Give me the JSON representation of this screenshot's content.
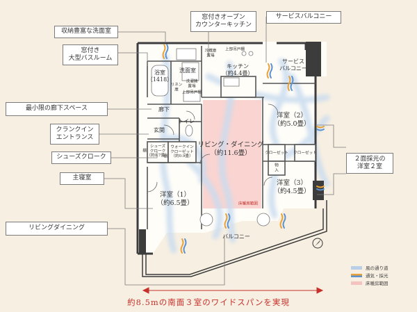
{
  "callouts": {
    "window_kitchen": [
      "窓付きオープン",
      "カウンターキッチン"
    ],
    "service_balcony": "サービスバルコニー",
    "washroom": "収納豊富な洗面室",
    "bathroom": [
      "窓付き",
      "大型バスルーム"
    ],
    "corridor": "最小限の廊下スペース",
    "entrance": [
      "クランクイン",
      "エントランス"
    ],
    "shoes": "シューズクローク",
    "master": "主寝室",
    "living": "リビングダイニング",
    "two_rooms": [
      "２面採光の",
      "洋室２室"
    ]
  },
  "rooms": {
    "kitchen": [
      "キッチン",
      "（約4.4畳）"
    ],
    "service_balcony": [
      "サービス",
      "バルコニー"
    ],
    "bath": [
      "浴室",
      "（1418）"
    ],
    "wash": "洗面室",
    "hall": "廊下",
    "entrance": "玄関",
    "toilet": "トイレ",
    "ldk": [
      "リビング・ダイニング",
      "（約11.6畳）"
    ],
    "room1": [
      "洋室（1）",
      "（約6.5畳）"
    ],
    "room2": [
      "洋室（2）",
      "（約5.0畳）"
    ],
    "room3": [
      "洋室（3）",
      "（約4.5畳）"
    ],
    "balcony": "バルコニー"
  },
  "small_labels": {
    "fridge": [
      "冷蔵庫",
      "置場"
    ],
    "upper_cabinet": "上部吊戸棚",
    "laundry": [
      "洗濯機",
      "置場"
    ],
    "upper_cabinet2": "上部吊戸棚",
    "linen": [
      "リネン",
      "庫"
    ],
    "shoes_closet": [
      "シューズ",
      "クローク",
      "（約0.7畳）"
    ],
    "walkin": [
      "ウォークイン",
      "クローゼット",
      "（約0.9畳）"
    ],
    "closet_a": "クローゼット",
    "closet_b": "クローゼット",
    "storage": [
      "物",
      "入"
    ],
    "floor_heating": "床暖房範囲",
    "shelf1": "棚",
    "shelf2": "棚"
  },
  "legend": [
    {
      "label": "風の通り道",
      "color": "#b9cfe8"
    },
    {
      "label": "通気・採光",
      "color": "#e9a23a"
    },
    {
      "label": "床暖房範囲",
      "color": "#f4c3c0"
    }
  ],
  "caption": "約8.5mの南面３室のワイドスパンを実現",
  "colors": {
    "background": "#f7efe2",
    "wall": "#3c3c3c",
    "floor_heating": "#f8cfcc",
    "wind": "#c9dcf0",
    "ventilation": "#e9a23a",
    "caption": "#c6312b"
  }
}
